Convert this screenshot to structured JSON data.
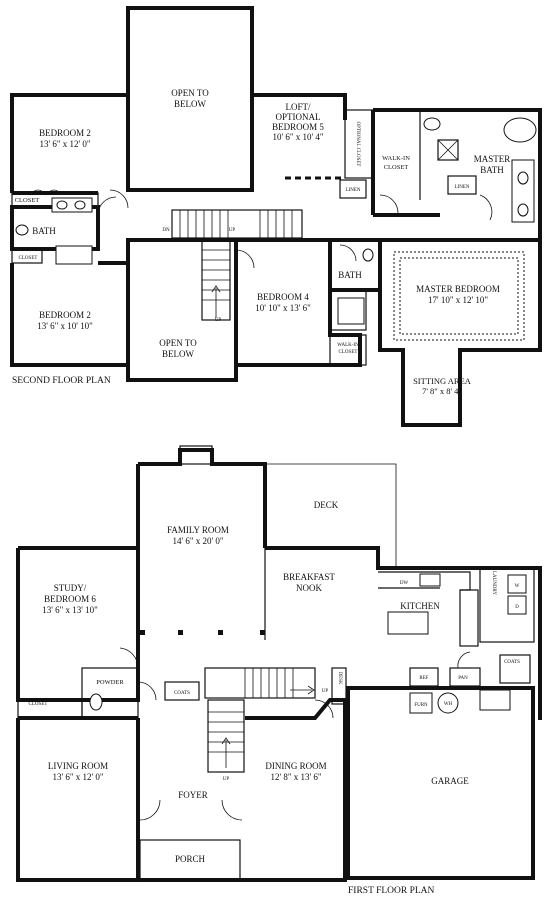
{
  "second_floor": {
    "caption": "SECOND FLOOR PLAN",
    "rooms": {
      "open_to_below_top": [
        "OPEN TO",
        "BELOW"
      ],
      "bedroom2_upper": [
        "BEDROOM 2",
        "13' 6\" x 12' 0\""
      ],
      "loft": [
        "LOFT/",
        "OPTIONAL",
        "BEDROOM 5",
        "10' 6\" x 10' 4\""
      ],
      "optional_closet": "OPTIONAL CLOSET",
      "walkin_closet_master": [
        "WALK-IN",
        "CLOSET"
      ],
      "master_bath": [
        "MASTER",
        "BATH"
      ],
      "linen_a": "LINEN",
      "linen_b": "LINEN",
      "closet_upper": "CLOSET",
      "closet_lower": "CLOSET",
      "bath": "BATH",
      "bath2": "BATH",
      "bedroom2_lower": [
        "BEDROOM 2",
        "13' 6\" x 10' 10\""
      ],
      "open_to_below_stair": [
        "OPEN TO",
        "BELOW"
      ],
      "bedroom4": [
        "BEDROOM 4",
        "10' 10\" x 13' 6\""
      ],
      "walkin_closet_b4": [
        "WALK-IN",
        "CLOSET"
      ],
      "master_bedroom": [
        "MASTER BEDROOM",
        "17' 10\" x 12' 10\""
      ],
      "sitting_area": [
        "SITTING AREA",
        "7' 8\" x 8' 4\""
      ],
      "dn": "DN",
      "up_a": "UP",
      "up_b": "UP"
    }
  },
  "first_floor": {
    "caption": "FIRST FLOOR PLAN",
    "rooms": {
      "deck": "DECK",
      "family_room": [
        "FAMILY ROOM",
        "14' 6\" x 20' 0\""
      ],
      "breakfast_nook": [
        "BREAKFAST",
        "NOOK"
      ],
      "study": [
        "STUDY/",
        "BEDROOM 6",
        "13' 6\" x 13' 10\""
      ],
      "kitchen": "KITCHEN",
      "dw": "DW",
      "laundry": "LAUNDRY",
      "washer": "W",
      "dryer": "D",
      "coats_right": "COATS",
      "ref": "REF",
      "pan": "PAN",
      "powder": "POWDER",
      "closet": "CLOSET",
      "coats_left": "COATS",
      "desk": "DESK",
      "furn": "FURN",
      "wh": "WH",
      "living_room": [
        "LIVING ROOM",
        "13' 6\" x 12' 0\""
      ],
      "dining_room": [
        "DINING ROOM",
        "12' 8\" x 13' 6\""
      ],
      "garage": "GARAGE",
      "foyer": "FOYER",
      "porch": "PORCH",
      "up_a": "UP",
      "up_b": "UP"
    }
  }
}
